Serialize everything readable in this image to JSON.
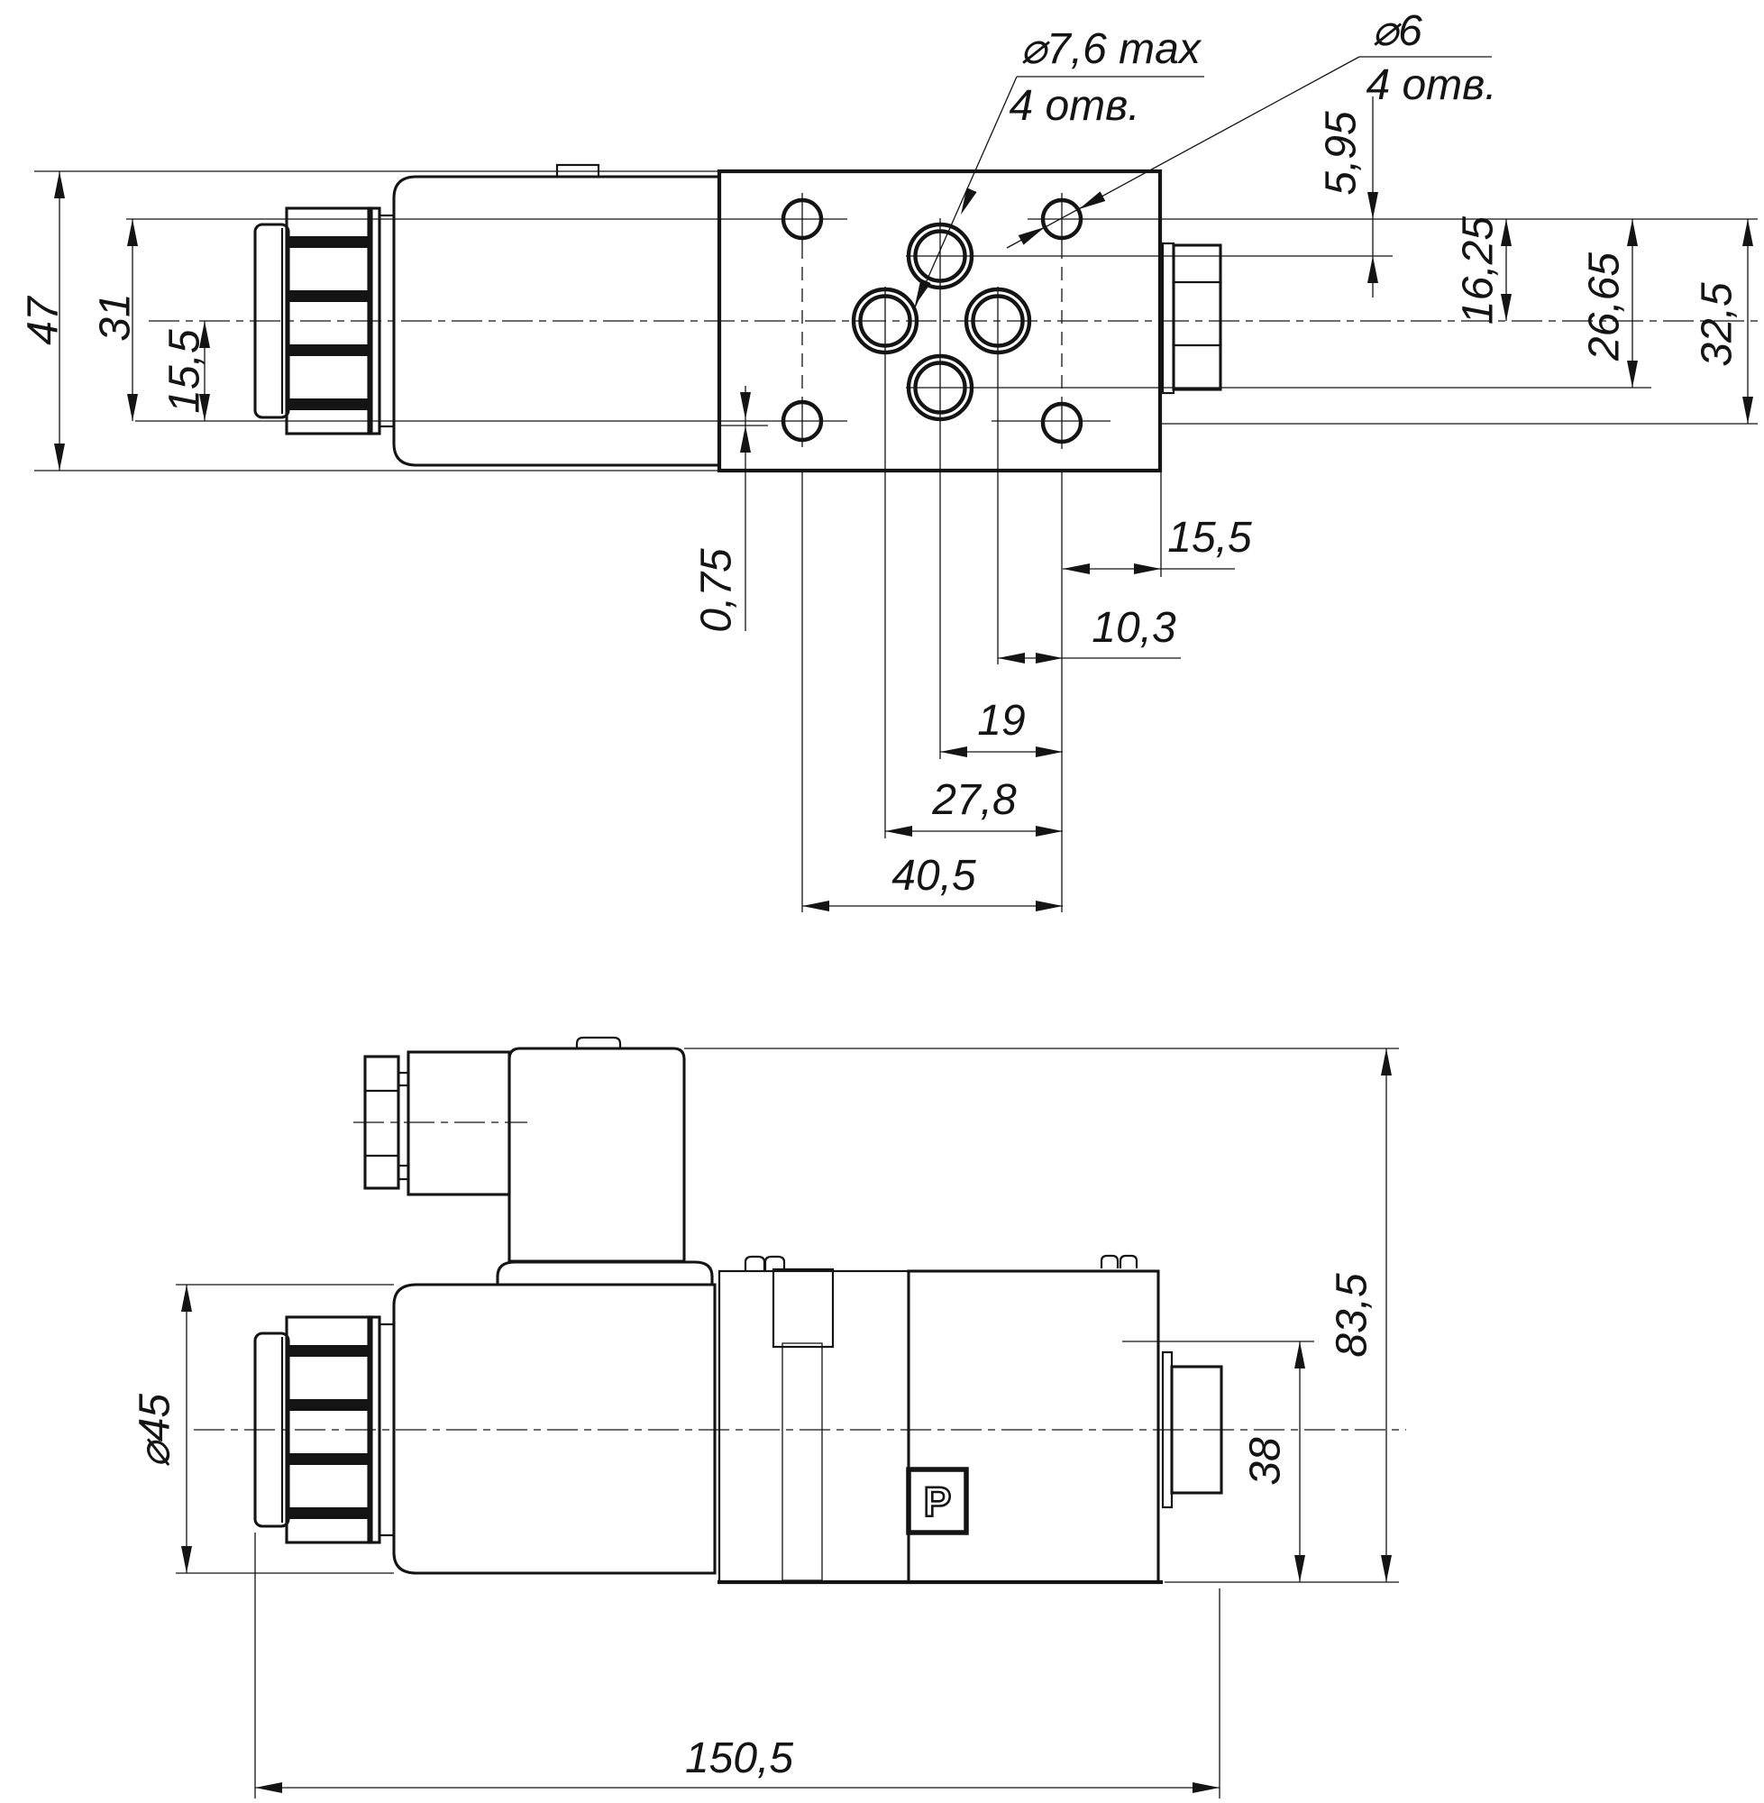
{
  "drawing": {
    "kind": "hydraulic solenoid valve dimensional drawing, two views",
    "language": "ru",
    "callouts": {
      "hole_7_6": {
        "diameter": "⌀7,6 max",
        "count": "4 отв."
      },
      "hole_6": {
        "diameter": "⌀6",
        "count": "4 отв."
      }
    },
    "port_label": "P",
    "dims": {
      "d47": "47",
      "d31": "31",
      "d15_5_left": "15,5",
      "d0_75": "0,75",
      "d15_5_bottom": "15,5",
      "d10_3": "10,3",
      "d19": "19",
      "d27_8": "27,8",
      "d40_5": "40,5",
      "d5_95": "5,95",
      "d16_25": "16,25",
      "d26_65": "26,65",
      "d32_5": "32,5",
      "d45": "⌀45",
      "d83_5": "83,5",
      "d38": "38",
      "d150_5": "150,5"
    },
    "colors": {
      "ink": "#141414",
      "paper": "#ffffff"
    }
  }
}
